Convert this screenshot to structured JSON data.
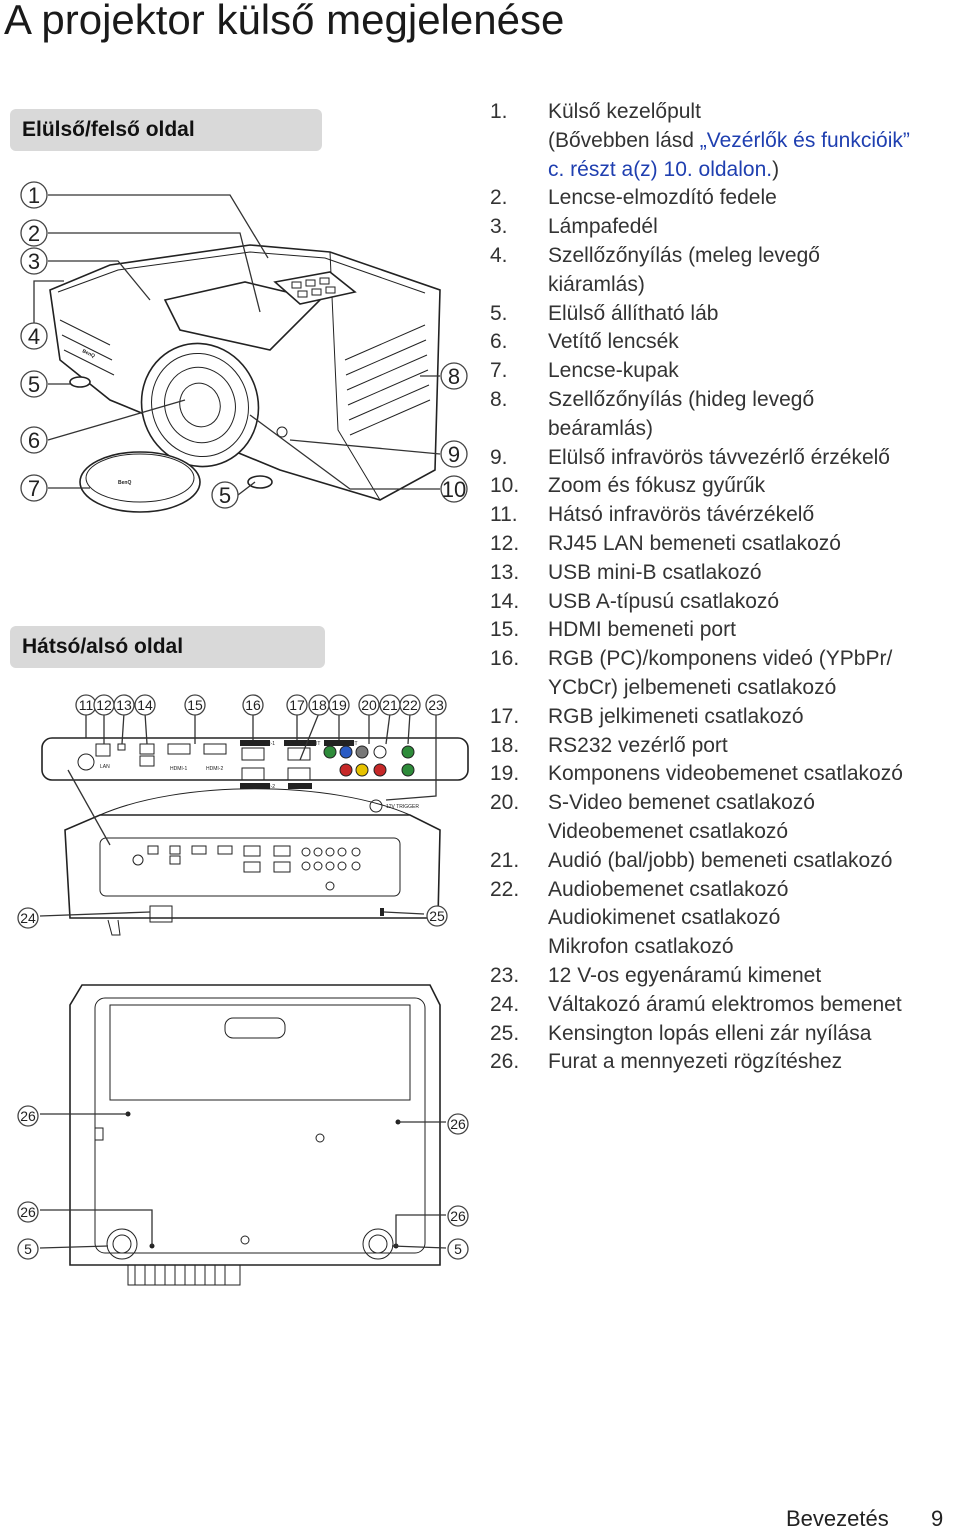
{
  "page_title": "A projektor külső megjelenése",
  "sections": {
    "front": "Elülső/felső oldal",
    "back": "Hátsó/alsó oldal"
  },
  "items": [
    {
      "num": "1.",
      "text": "Külső kezelőpult"
    },
    {
      "num": "",
      "text": "(Bővebben lásd ",
      "link": "„Vezérlők és funkcióik”\nc. részt a(z) 10. oldalon.",
      "after": ")"
    },
    {
      "num": "2.",
      "text": "Lencse-elmozdító fedele"
    },
    {
      "num": "3.",
      "text": "Lámpafedél"
    },
    {
      "num": "4.",
      "text": "Szellőzőnyílás (meleg levegő\nkiáramlás)"
    },
    {
      "num": "5.",
      "text": "Elülső állítható láb"
    },
    {
      "num": "6.",
      "text": "Vetítő lencsék"
    },
    {
      "num": "7.",
      "text": "Lencse-kupak"
    },
    {
      "num": "8.",
      "text": "Szellőzőnyílás (hideg levegő\nbeáramlás)"
    },
    {
      "num": "9.",
      "text": "Elülső infravörös távvezérlő érzékelő"
    },
    {
      "num": "10.",
      "text": "Zoom és fókusz gyűrűk"
    },
    {
      "num": "11.",
      "text": "Hátsó infravörös távérzékelő"
    },
    {
      "num": "12.",
      "text": "RJ45 LAN bemeneti csatlakozó"
    },
    {
      "num": "13.",
      "text": "USB mini-B csatlakozó"
    },
    {
      "num": "14.",
      "text": "USB A-típusú csatlakozó"
    },
    {
      "num": "15.",
      "text": "HDMI bemeneti port"
    },
    {
      "num": "16.",
      "text": "RGB (PC)/komponens videó (YPbPr/\nYCbCr) jelbemeneti csatlakozó"
    },
    {
      "num": "17.",
      "text": "RGB jelkimeneti csatlakozó"
    },
    {
      "num": "18.",
      "text": "RS232 vezérlő port"
    },
    {
      "num": "19.",
      "text": "Komponens videobemenet csatlakozó"
    },
    {
      "num": "20.",
      "text": "S-Video bemenet csatlakozó\nVideobemenet csatlakozó"
    },
    {
      "num": "21.",
      "text": "Audió (bal/jobb) bemeneti csatlakozó"
    },
    {
      "num": "22.",
      "text": "Audiobemenet csatlakozó\nAudiokimenet csatlakozó\nMikrofon csatlakozó"
    },
    {
      "num": "23.",
      "text": "12 V-os egyenáramú kimenet"
    },
    {
      "num": "24.",
      "text": "Váltakozó áramú elektromos bemenet"
    },
    {
      "num": "25.",
      "text": "Kensington lopás elleni zár nyílása"
    },
    {
      "num": "26.",
      "text": "Furat a mennyezeti rögzítéshez"
    }
  ],
  "callouts": {
    "front_left": [
      "1",
      "2",
      "3",
      "4",
      "5",
      "6",
      "7"
    ],
    "front_mid": "5",
    "front_right": [
      "8",
      "9",
      "10"
    ],
    "back_top": [
      "11",
      "12",
      "13",
      "14",
      "15",
      "16",
      "17",
      "18",
      "19",
      "20",
      "21",
      "22",
      "23"
    ],
    "back_side": [
      "24",
      "25"
    ],
    "bottom": [
      "26",
      "26",
      "26",
      "26",
      "5",
      "5"
    ]
  },
  "diagram_labels": {
    "brand": "BenQ",
    "trigger": "12V TRIGGER",
    "lan": "LAN",
    "hdmi1": "HDMI-1",
    "hdmi2": "HDMI-2",
    "computer1": "COMPUTER-1",
    "computer2": "COMPUTER-2",
    "monitor_out": "MONITOR OUT",
    "rs232": "RS-232",
    "component": "COMPONENT"
  },
  "footer": {
    "section": "Bevezetés",
    "page": "9"
  }
}
